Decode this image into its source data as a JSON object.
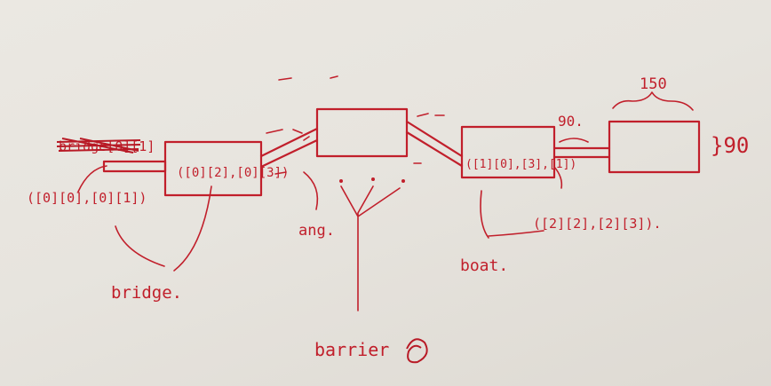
{
  "labels": {
    "crossed_out": "bridge[0][1]",
    "start_coord": "([0][0],[0][1])",
    "bridge_box_coord": "([0][2],[0][3])",
    "bridge": "bridge.",
    "ang": "ang.",
    "barrier": "barrier",
    "boat_box_coord": "([1][0],[3],[1])",
    "end_coord": "([2][2],[2][3]).",
    "boat": "boat.",
    "width_150": "150",
    "width_90": "90.",
    "height_90": "}90"
  }
}
